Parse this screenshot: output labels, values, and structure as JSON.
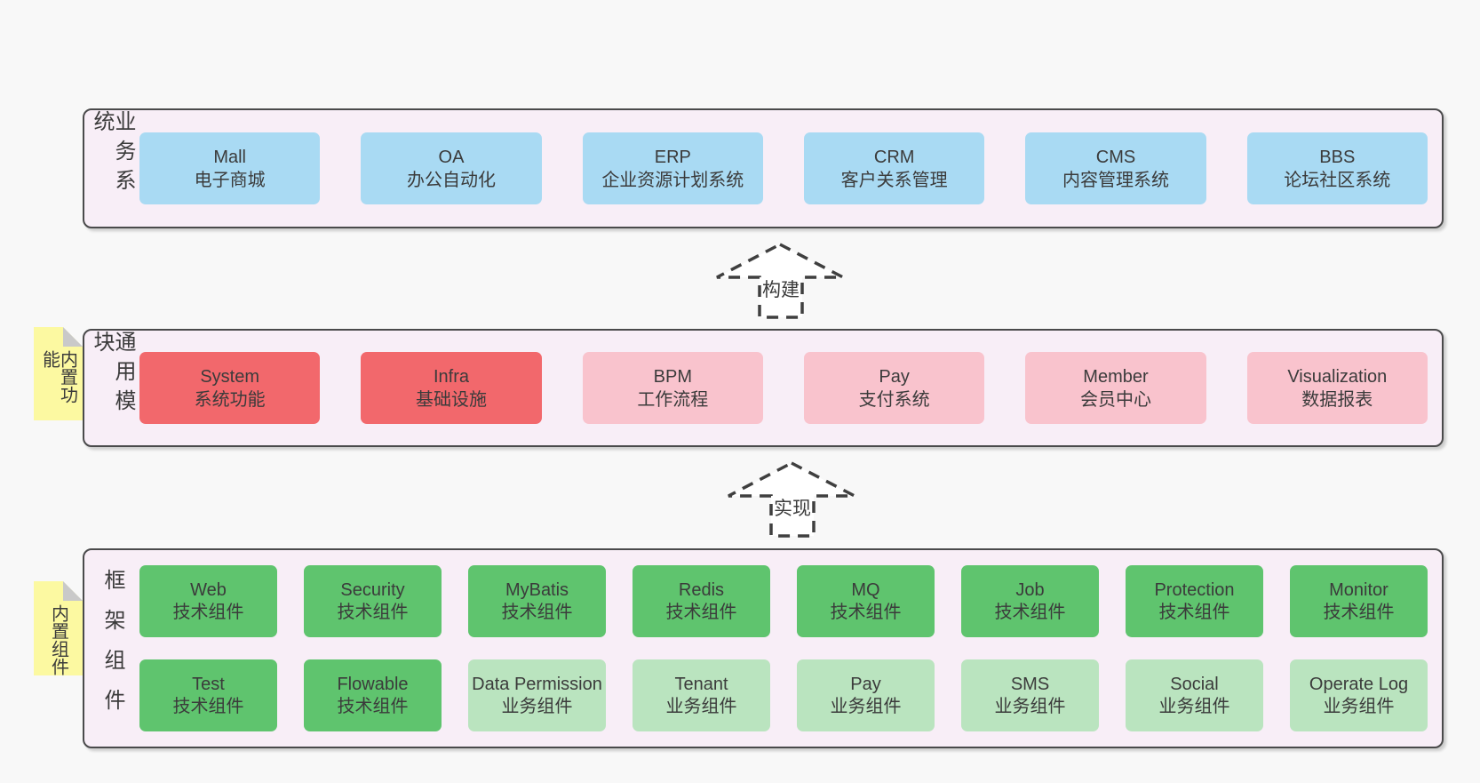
{
  "colors": {
    "page_bg": "#f8f8f8",
    "band_bg": "#f8eef7",
    "band_border": "#4a4a4b",
    "card_blue": "#a9daf3",
    "card_red": "#f2686c",
    "card_pink": "#f9c3cd",
    "card_green_dark": "#5fc46e",
    "card_green_light": "#bae4bf",
    "note_yellow": "#fcf9a1",
    "note_fold_gray": "#c9c9c9",
    "text": "#3b3b3b"
  },
  "bands": [
    {
      "label": "业务系统",
      "items": [
        {
          "title": "Mall",
          "subtitle": "电子商城"
        },
        {
          "title": "OA",
          "subtitle": "办公自动化"
        },
        {
          "title": "ERP",
          "subtitle": "企业资源计划系统"
        },
        {
          "title": "CRM",
          "subtitle": "客户关系管理"
        },
        {
          "title": "CMS",
          "subtitle": "内容管理系统"
        },
        {
          "title": "BBS",
          "subtitle": "论坛社区系统"
        }
      ]
    },
    {
      "label": "通用模块",
      "note": "内置功能",
      "items": [
        {
          "title": "System",
          "subtitle": "系统功能"
        },
        {
          "title": "Infra",
          "subtitle": "基础设施"
        },
        {
          "title": "BPM",
          "subtitle": "工作流程"
        },
        {
          "title": "Pay",
          "subtitle": "支付系统"
        },
        {
          "title": "Member",
          "subtitle": "会员中心"
        },
        {
          "title": "Visualization",
          "subtitle": "数据报表"
        }
      ]
    },
    {
      "label": "框架组件",
      "note": "内置组件",
      "rows": [
        [
          {
            "title": "Web",
            "subtitle": "技术组件"
          },
          {
            "title": "Security",
            "subtitle": "技术组件"
          },
          {
            "title": "MyBatis",
            "subtitle": "技术组件"
          },
          {
            "title": "Redis",
            "subtitle": "技术组件"
          },
          {
            "title": "MQ",
            "subtitle": "技术组件"
          },
          {
            "title": "Job",
            "subtitle": "技术组件"
          },
          {
            "title": "Protection",
            "subtitle": "技术组件"
          },
          {
            "title": "Monitor",
            "subtitle": "技术组件"
          }
        ],
        [
          {
            "title": "Test",
            "subtitle": "技术组件"
          },
          {
            "title": "Flowable",
            "subtitle": "技术组件"
          },
          {
            "title": "Data Permission",
            "subtitle": "业务组件"
          },
          {
            "title": "Tenant",
            "subtitle": "业务组件"
          },
          {
            "title": "Pay",
            "subtitle": "业务组件"
          },
          {
            "title": "SMS",
            "subtitle": "业务组件"
          },
          {
            "title": "Social",
            "subtitle": "业务组件"
          },
          {
            "title": "Operate Log",
            "subtitle": "业务组件"
          }
        ]
      ]
    }
  ],
  "arrows": [
    {
      "label": "构建"
    },
    {
      "label": "实现"
    }
  ]
}
